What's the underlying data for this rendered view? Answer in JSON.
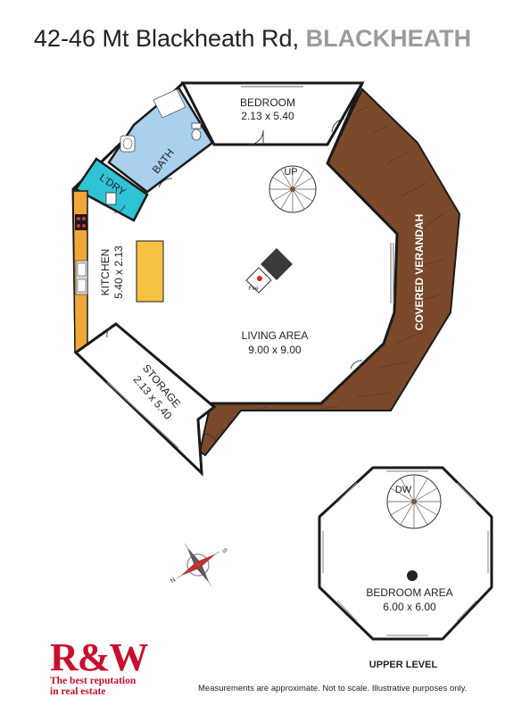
{
  "header": {
    "address": "42-46 Mt Blackheath Rd,",
    "suburb": "BLACKHEATH"
  },
  "rooms": {
    "bedroom": {
      "name": "BEDROOM",
      "dims": "2.13 x 5.40"
    },
    "bath": {
      "name": "BATH"
    },
    "laundry": {
      "name": "L'DRY"
    },
    "kitchen": {
      "name": "KITCHEN",
      "dims": "5.40 x 2.13"
    },
    "living": {
      "name": "LIVING AREA",
      "dims": "9.00 x 9.00"
    },
    "storage": {
      "name": "STORAGE",
      "dims": "2.13 x 5.40"
    },
    "verandah": {
      "name": "COVERED VERANDAH"
    },
    "upper_bedroom": {
      "name": "BEDROOM AREA",
      "dims": "6.00 x 6.00"
    }
  },
  "stairs": {
    "up_label": "UP",
    "down_label": "DW"
  },
  "fire_label": "Fire",
  "compass": {
    "letters": [
      "N",
      "S"
    ]
  },
  "upper_level_label": "UPPER LEVEL",
  "logo": {
    "mark": "R&W",
    "tagline_1": "The best reputation",
    "tagline_2": "in real estate"
  },
  "disclaimer": "Measurements are approximate. Not to scale. Illustrative purposes only.",
  "colors": {
    "deck": "#7a4a2b",
    "bath": "#a9d1ee",
    "laundry": "#2fc3d5",
    "kitchen_bench": "#f0a73a",
    "island": "#f7c243",
    "wall": "#1a1a1a",
    "brand_red": "#c8102e"
  },
  "icons": [
    "stair-up-icon",
    "stair-down-icon",
    "fireplace-icon",
    "compass-icon",
    "sink-icon",
    "cooktop-icon",
    "toilet-icon",
    "basin-icon"
  ]
}
